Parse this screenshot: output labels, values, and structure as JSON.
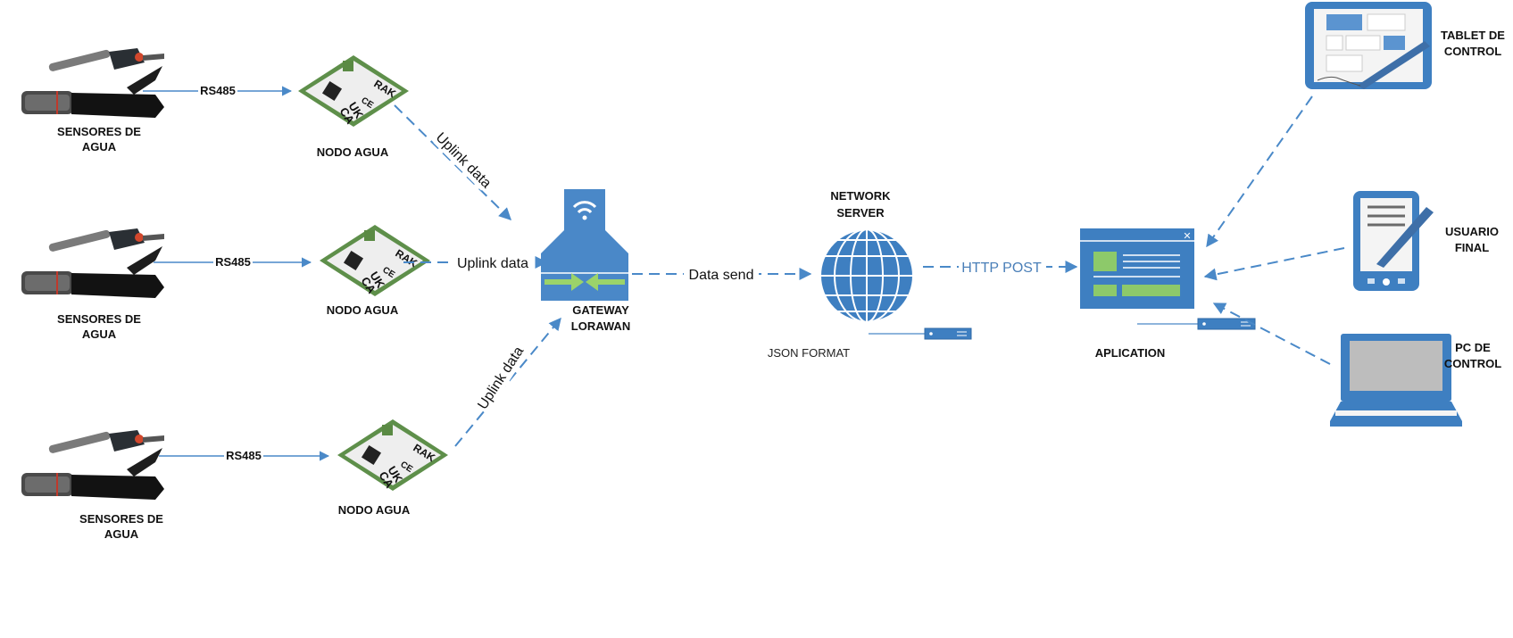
{
  "sensors": [
    {
      "label_line1": "SENSORES DE",
      "label_line2": "AGUA",
      "link": "RS485"
    },
    {
      "label_line1": "SENSORES DE",
      "label_line2": "AGUA",
      "link": "RS485"
    },
    {
      "label_line1": "SENSORES DE",
      "label_line2": "AGUA",
      "link": "RS485"
    }
  ],
  "nodes": [
    {
      "label": "NODO AGUA",
      "uplink": "Uplink data"
    },
    {
      "label": "NODO AGUA",
      "uplink": "Uplink data"
    },
    {
      "label": "NODO AGUA",
      "uplink": "Uplink data"
    }
  ],
  "chip": {
    "brand": "RAK",
    "mark_ce": "CE",
    "mark_uk": "UK",
    "mark_ca": "CA"
  },
  "gateway": {
    "line1": "GATEWAY",
    "line2": "LORAWAN",
    "link": "Data send"
  },
  "network_server": {
    "line1": "NETWORK",
    "line2": "SERVER",
    "format": "JSON FORMAT",
    "link": "HTTP POST"
  },
  "application": {
    "label": "APLICATION",
    "close_glyph": "✕"
  },
  "clients": [
    {
      "line1": "TABLET DE",
      "line2": "CONTROL"
    },
    {
      "line1": "USUARIO",
      "line2": "FINAL"
    },
    {
      "line1": "PC DE",
      "line2": "CONTROL"
    }
  ],
  "colors": {
    "accent": "#4a89c8",
    "device_blue": "#3a78b8",
    "panel_green": "#8dc96a"
  }
}
